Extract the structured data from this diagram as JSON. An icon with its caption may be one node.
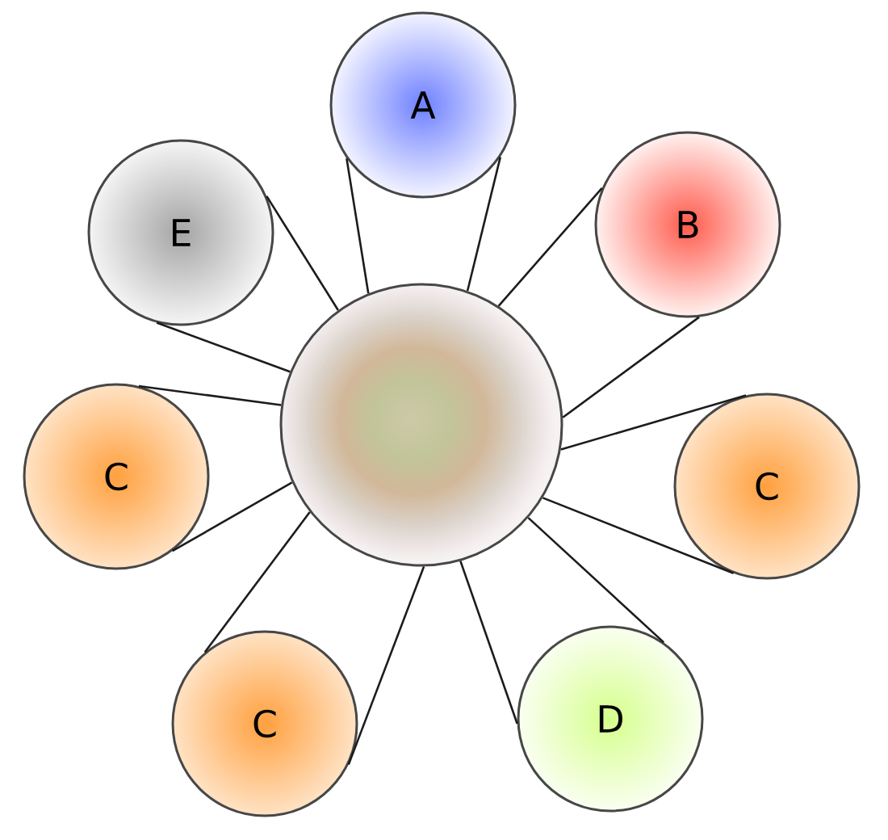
{
  "diagram": {
    "nodes": [
      {
        "text": [],
        "shape": "circle"
      },
      {
        "text": [
          "A"
        ]
      },
      {
        "text": [
          "B"
        ]
      },
      {
        "text": [
          "C"
        ]
      },
      {
        "text": [
          "D"
        ]
      },
      {
        "text": [
          "C"
        ]
      },
      {
        "text": [
          "C"
        ]
      },
      {
        "text": [
          "E"
        ]
      }
    ],
    "edges": [
      {
        "from": 0,
        "to": 1,
        "arrow": "none"
      },
      {
        "from": 0,
        "to": 1,
        "arrow": "none"
      },
      {
        "from": 0,
        "to": 2,
        "arrow": "none"
      },
      {
        "from": 0,
        "to": 2,
        "arrow": "none"
      },
      {
        "from": 0,
        "to": 3,
        "arrow": "none"
      },
      {
        "from": 0,
        "to": 3,
        "arrow": "none"
      },
      {
        "from": 0,
        "to": 4,
        "arrow": "none"
      },
      {
        "from": 0,
        "to": 4,
        "arrow": "none"
      },
      {
        "from": 0,
        "to": 5,
        "arrow": "none"
      },
      {
        "from": 0,
        "to": 5,
        "arrow": "none"
      },
      {
        "from": 0,
        "to": 6,
        "arrow": "none"
      },
      {
        "from": 0,
        "to": 6,
        "arrow": "none"
      },
      {
        "from": 0,
        "to": 7,
        "arrow": "none"
      },
      {
        "from": 0,
        "to": 7,
        "arrow": "none"
      }
    ]
  }
}
